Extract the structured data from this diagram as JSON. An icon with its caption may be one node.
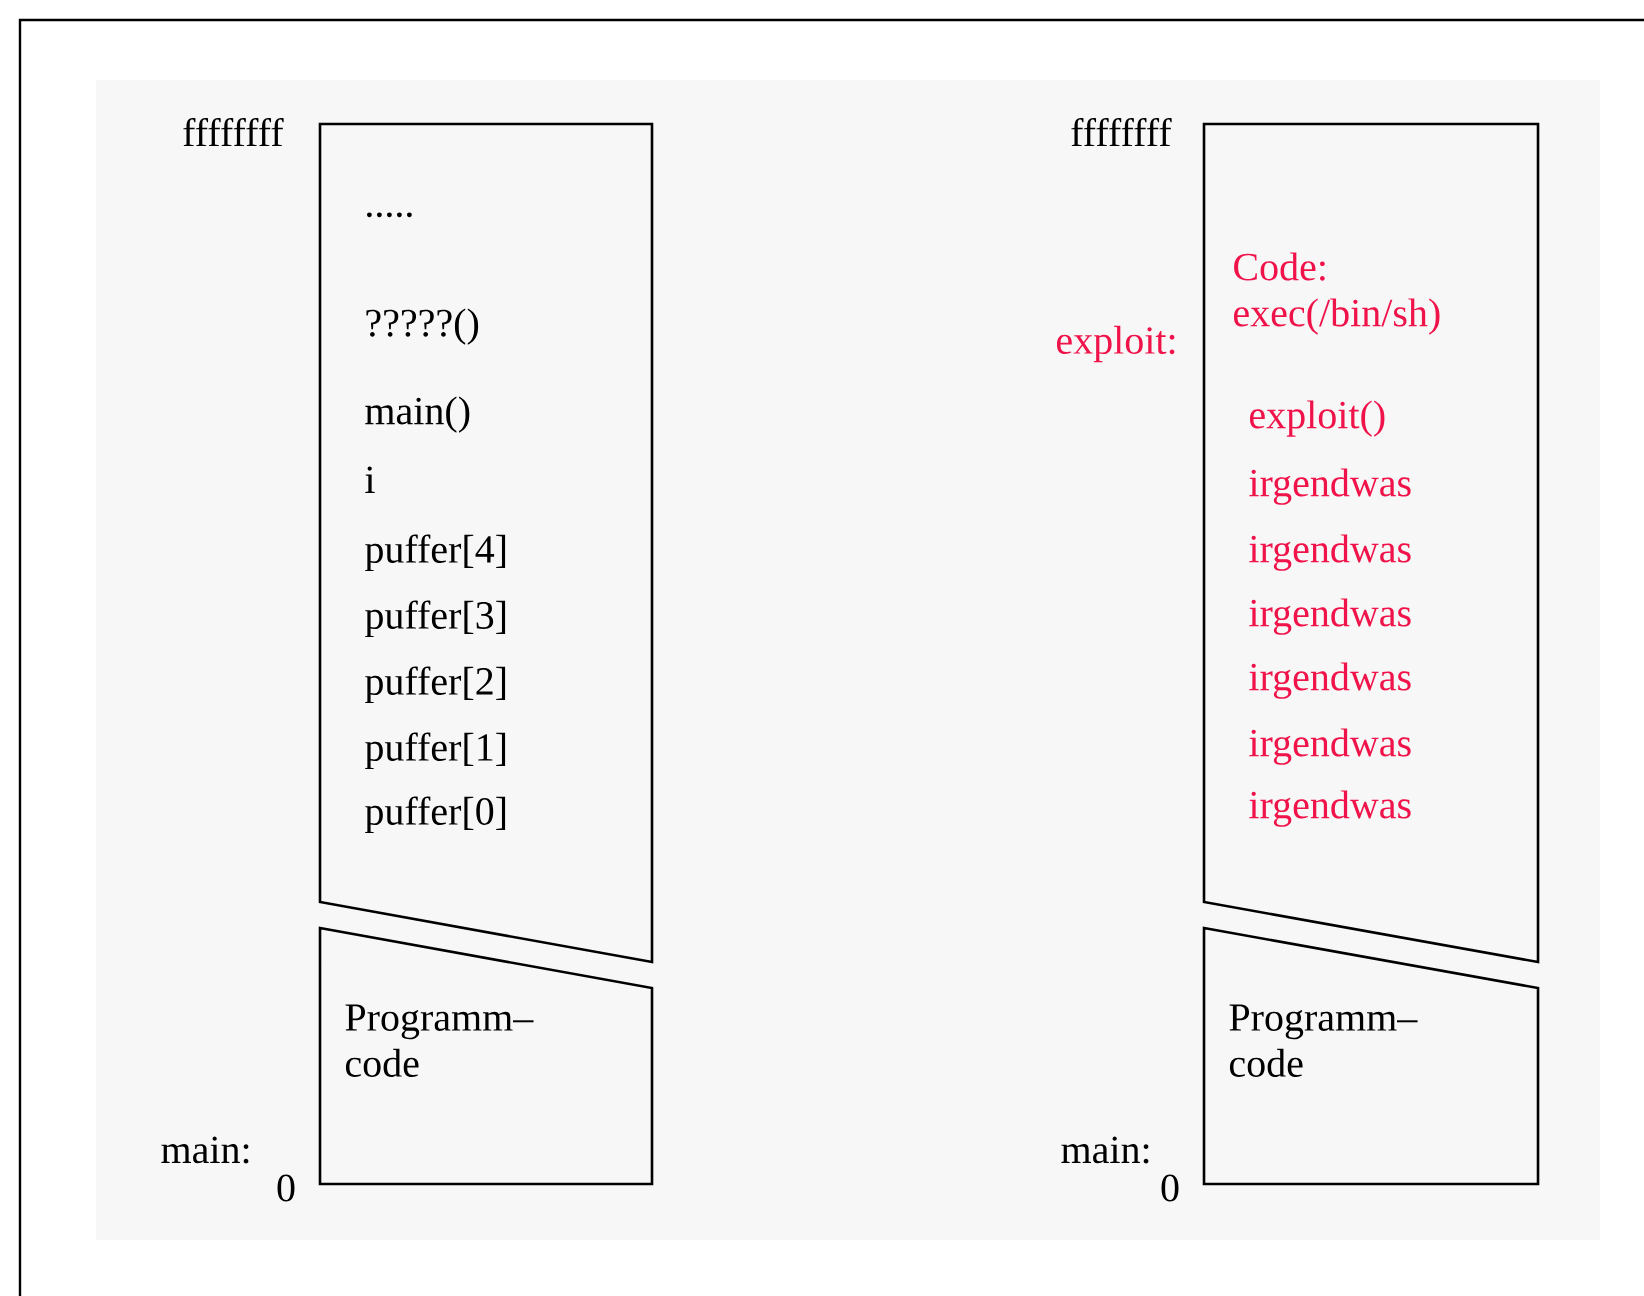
{
  "diagram": {
    "nodes": [
      {
        "text": [
          ".....",
          "?????()",
          "main()",
          "i",
          "puffer[4]",
          "puffer[3]",
          "puffer[2]",
          "puffer[1]",
          "puffer[0]"
        ]
      },
      {
        "text": [
          "Programm– code"
        ]
      },
      {
        "text": [
          "Code: exec(/bin/sh)",
          "exploit()",
          "irgendwas",
          "irgendwas",
          "irgendwas",
          "irgendwas",
          "irgendwas",
          "irgendwas"
        ]
      },
      {
        "text": [
          "Programm– code"
        ]
      }
    ],
    "labels": [
      "ffffffff",
      "ffffffff",
      "exploit:",
      "main:",
      "main:",
      "0",
      "0"
    ]
  }
}
